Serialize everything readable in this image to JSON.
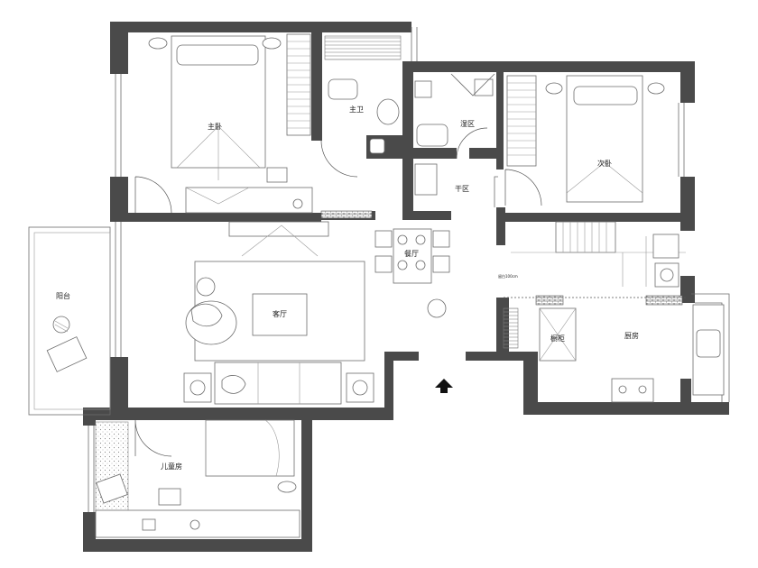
{
  "rooms": {
    "master_bedroom": "主卧",
    "master_bath": "主卫",
    "wet_area": "湿区",
    "dry_area": "干区",
    "second_bedroom": "次卧",
    "balcony": "阳台",
    "dining": "餐厅",
    "living": "客厅",
    "kitchen": "厨房",
    "kids_room": "儿童房",
    "cabinet": "橱柜"
  },
  "notes": {
    "corridor_width": "留白100cm"
  },
  "colors": {
    "wall": "#4a4a4a",
    "line": "#6b6b6b"
  },
  "icons": {
    "entrance": "arrow-up-icon"
  }
}
